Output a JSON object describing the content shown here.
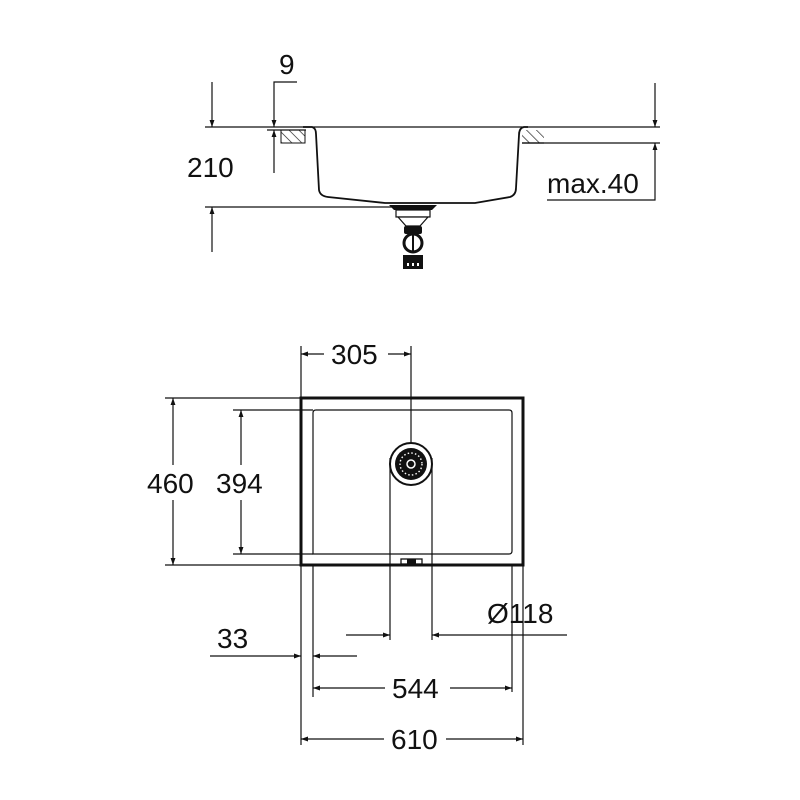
{
  "drawing": {
    "title": "Undermount sink dimension drawing",
    "line_color": "#111111",
    "background": "#ffffff",
    "side_view": {
      "dimensions": {
        "rim_thickness": "9",
        "bowl_depth": "210",
        "countertop_thickness": "max.40"
      }
    },
    "top_view": {
      "dimensions": {
        "drain_offset": "305",
        "outer_depth": "460",
        "inner_depth": "394",
        "drain_diameter": "Ø118",
        "rim_offset": "33",
        "inner_width": "544",
        "outer_width": "610"
      }
    }
  }
}
